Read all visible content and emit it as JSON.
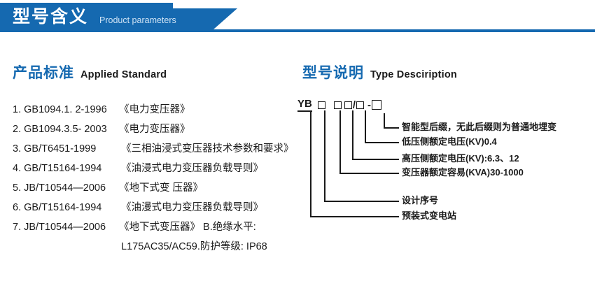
{
  "banner": {
    "title_cn": "型号含义",
    "title_en": "Product parameters",
    "color": "#1569b0"
  },
  "sections": {
    "standard": {
      "heading_cn": "产品标准",
      "heading_en": "Applied Standard",
      "items": [
        {
          "index": "1.",
          "code": "GB1094.1. 2-1996",
          "name": "《电力变压器》"
        },
        {
          "index": "2.",
          "code": "GB1094.3.5- 2003",
          "name": "《电力变压器》"
        },
        {
          "index": "3.",
          "code": "GB/T6451-1999",
          "name": "《三相油浸式变压器技术参数和要求》"
        },
        {
          "index": "4.",
          "code": "GB/T15164-1994",
          "name": "《油浸式电力变压器负载导则》"
        },
        {
          "index": "5.",
          "code": "JB/T10544—2006",
          "name": "《地下式变 压器》"
        },
        {
          "index": "6.",
          "code": "GB/T15164-1994",
          "name": "《油漫式电力变压器负载导则》"
        },
        {
          "index": "7.",
          "code": "JB/T10544—2006",
          "name": "《地下式变压器》 B.绝缘水平:"
        }
      ],
      "continuation": "L175AC35/AC59.防护等级: IP68"
    },
    "type": {
      "heading_cn": "型号说明",
      "heading_en": "Type Desciription",
      "code": {
        "letters": "YB",
        "parts": [
          "box",
          "box",
          "box",
          "/",
          "box",
          "-",
          "box-big"
        ]
      },
      "callouts": [
        {
          "id": "smart-suffix",
          "text": "智能型后缀，无此后缀则为普通地埋变"
        },
        {
          "id": "lv-voltage",
          "text": "低压侧额定电压(KV)0.4"
        },
        {
          "id": "hv-voltage",
          "text": "高压侧额定电压(KV):6.3、12"
        },
        {
          "id": "capacity",
          "text": "变压器额定容易(KVA)30-1000"
        },
        {
          "id": "design-serial",
          "text": "设计序号"
        },
        {
          "id": "substation",
          "text": "预装式变电站"
        }
      ]
    }
  }
}
